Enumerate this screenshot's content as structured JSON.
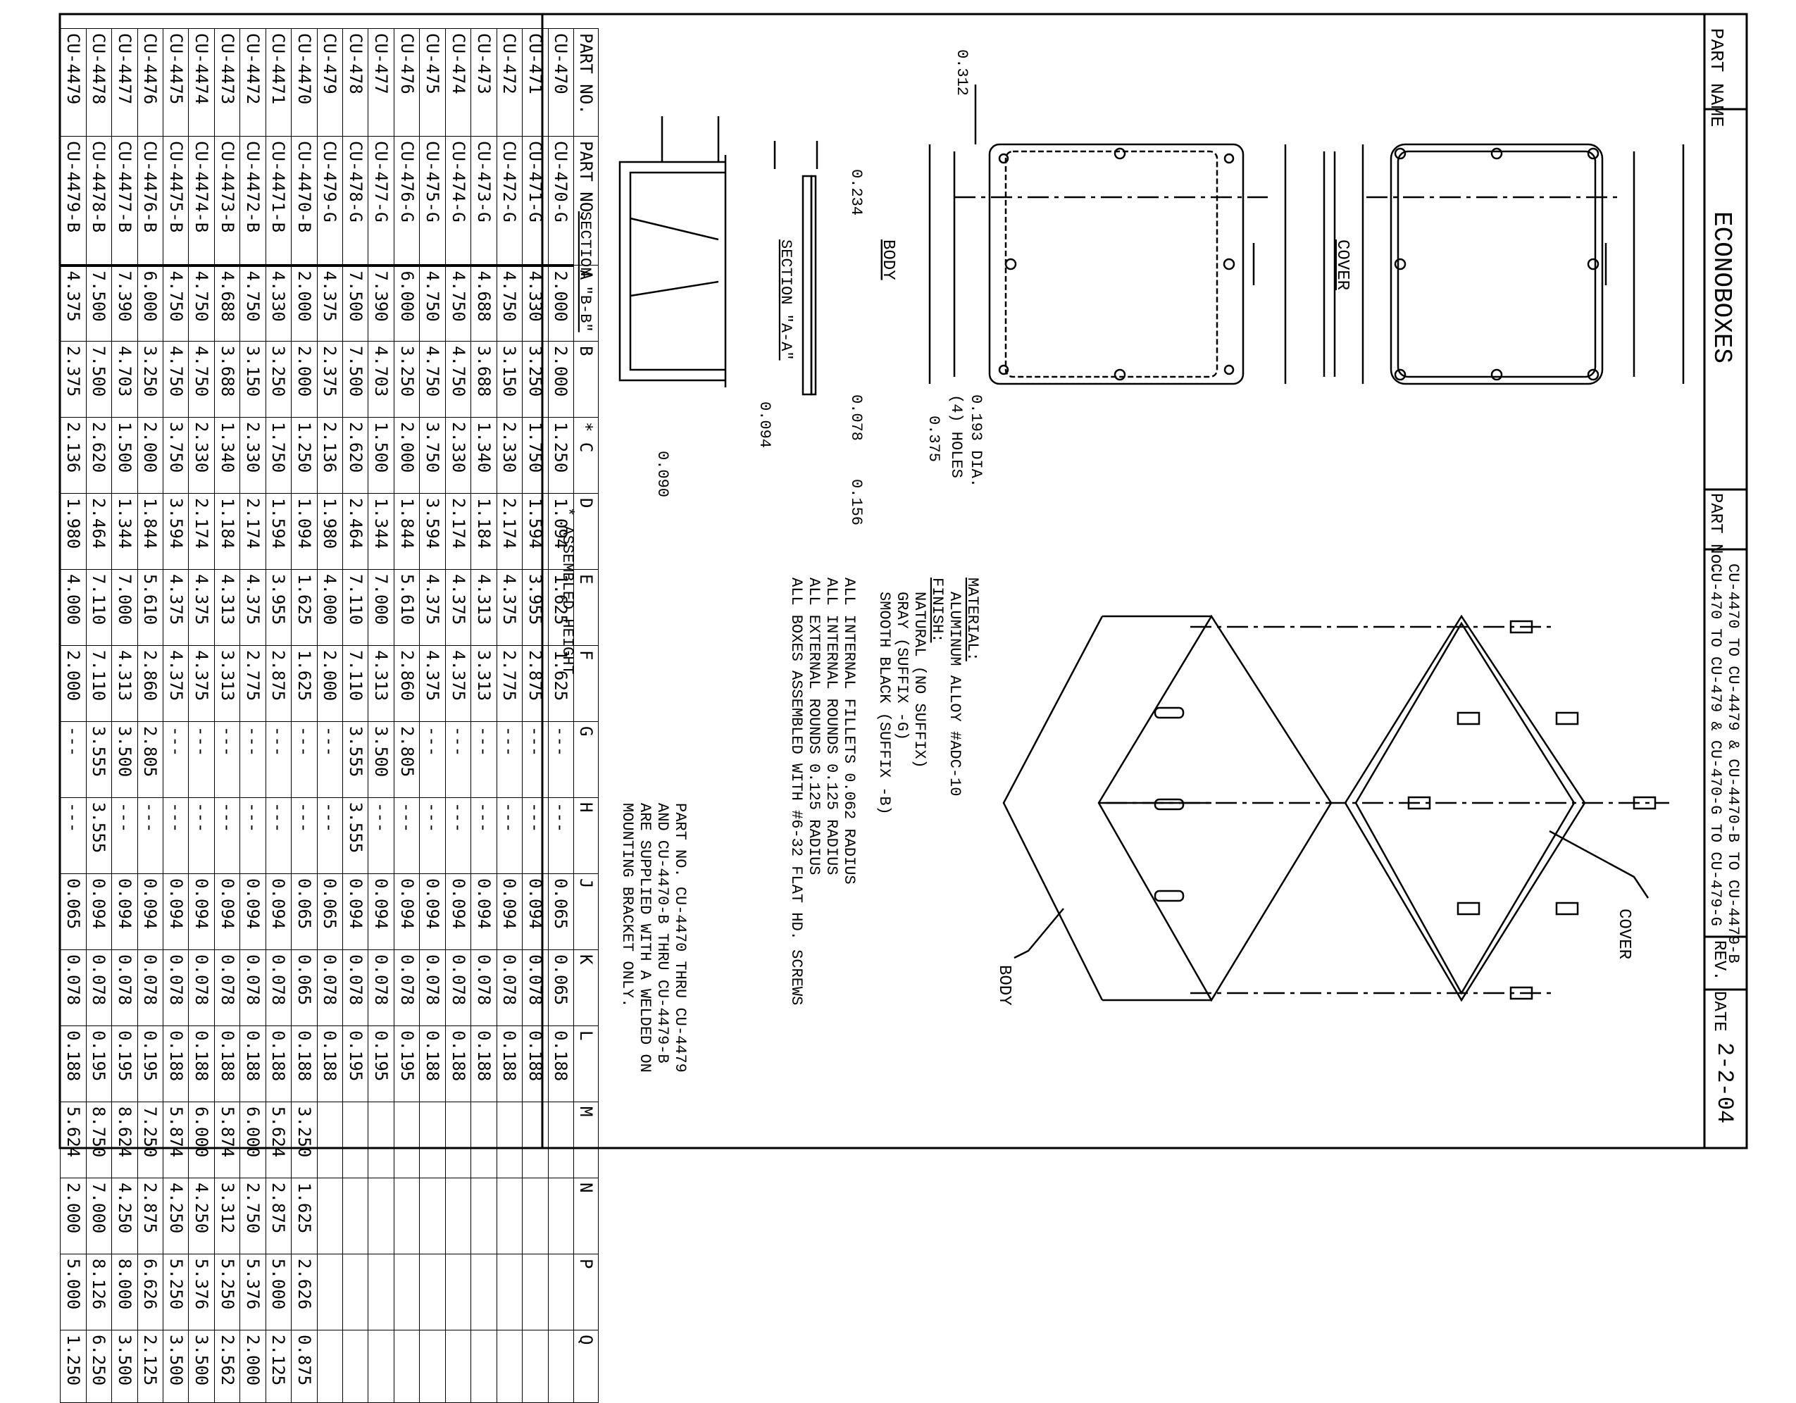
{
  "title_block": {
    "part_name_label": "PART NAME",
    "part_name": "ECONOBOXES",
    "part_no_label": "PART No.",
    "part_no_line1": "CU-470 TO CU-479 & CU-470-G TO CU-479-G",
    "part_no_line2": "CU-4470 TO CU-4479 & CU-4470-B TO CU-4479-B",
    "rev_label": "REV. DATE",
    "rev_date": "2-2-04"
  },
  "notes": {
    "material_heading": "MATERIAL:",
    "material": "ALUMINUM ALLOY #ADC-10",
    "finish_heading": "FINISH:",
    "finish_1": "NATURAL (NO SUFFIX)",
    "finish_2": "GRAY (SUFFIX -G)",
    "finish_3": "SMOOTH BLACK (SUFFIX -B)",
    "general_1": "ALL INTERNAL FILLETS 0.062 RADIUS",
    "general_2": "ALL INTERNAL ROUNDS 0.125 RADIUS",
    "general_3": "ALL EXTERNAL ROUNDS 0.125 RADIUS",
    "general_4": "ALL BOXES ASSEMBLED WITH #6-32 FLAT HD. SCREWS",
    "bracket_1": "PART NO. CU-4470 THRU CU-4479",
    "bracket_2": "AND CU-4470-B THRU CU-4479-B",
    "bracket_3": "ARE SUPPLIED WITH A WELDED ON",
    "bracket_4": "MOUNTING BRACKET ONLY.",
    "assembled": "* ASSEMBLED HEIGHT"
  },
  "drawing_labels": {
    "cover": "COVER",
    "body": "BODY",
    "section_aa": "SECTION \"A-A\"",
    "section_bb": "SECTION \"B-B\"",
    "holes_1": "0.193 DIA.",
    "holes_2": "(4) HOLES",
    "dim_0312": "0.312",
    "dim_0375": "0.375",
    "dim_0234": "0.234",
    "dim_0078": "0.078",
    "dim_0094": "0.094",
    "dim_0156": "0.156",
    "dim_0090": "0.090",
    "iso_cover": "COVER",
    "iso_body": "BODY"
  },
  "table": {
    "headers": [
      "PART NO.",
      "PART NO.",
      "A",
      "B",
      "* C",
      "D",
      "E",
      "F",
      "G",
      "H",
      "J",
      "K",
      "L",
      "M",
      "N",
      "P",
      "Q"
    ],
    "rows": [
      [
        "CU-470",
        "CU-470-G",
        "2.000",
        "2.000",
        "1.250",
        "1.094",
        "1.625",
        "1.625",
        "---",
        "---",
        "0.065",
        "0.065",
        "0.188",
        "",
        "",
        "",
        ""
      ],
      [
        "CU-471",
        "CU-471-G",
        "4.330",
        "3.250",
        "1.750",
        "1.594",
        "3.955",
        "2.875",
        "---",
        "---",
        "0.094",
        "0.078",
        "0.188",
        "",
        "",
        "",
        ""
      ],
      [
        "CU-472",
        "CU-472-G",
        "4.750",
        "3.150",
        "2.330",
        "2.174",
        "4.375",
        "2.775",
        "---",
        "---",
        "0.094",
        "0.078",
        "0.188",
        "",
        "",
        "",
        ""
      ],
      [
        "CU-473",
        "CU-473-G",
        "4.688",
        "3.688",
        "1.340",
        "1.184",
        "4.313",
        "3.313",
        "---",
        "---",
        "0.094",
        "0.078",
        "0.188",
        "",
        "",
        "",
        ""
      ],
      [
        "CU-474",
        "CU-474-G",
        "4.750",
        "4.750",
        "2.330",
        "2.174",
        "4.375",
        "4.375",
        "---",
        "---",
        "0.094",
        "0.078",
        "0.188",
        "",
        "",
        "",
        ""
      ],
      [
        "CU-475",
        "CU-475-G",
        "4.750",
        "4.750",
        "3.750",
        "3.594",
        "4.375",
        "4.375",
        "---",
        "---",
        "0.094",
        "0.078",
        "0.188",
        "",
        "",
        "",
        ""
      ],
      [
        "CU-476",
        "CU-476-G",
        "6.000",
        "3.250",
        "2.000",
        "1.844",
        "5.610",
        "2.860",
        "2.805",
        "---",
        "0.094",
        "0.078",
        "0.195",
        "",
        "",
        "",
        ""
      ],
      [
        "CU-477",
        "CU-477-G",
        "7.390",
        "4.703",
        "1.500",
        "1.344",
        "7.000",
        "4.313",
        "3.500",
        "---",
        "0.094",
        "0.078",
        "0.195",
        "",
        "",
        "",
        ""
      ],
      [
        "CU-478",
        "CU-478-G",
        "7.500",
        "7.500",
        "2.620",
        "2.464",
        "7.110",
        "7.110",
        "3.555",
        "3.555",
        "0.094",
        "0.078",
        "0.195",
        "",
        "",
        "",
        ""
      ],
      [
        "CU-479",
        "CU-479-G",
        "4.375",
        "2.375",
        "2.136",
        "1.980",
        "4.000",
        "2.000",
        "---",
        "---",
        "0.065",
        "0.078",
        "0.188",
        "",
        "",
        "",
        ""
      ],
      [
        "CU-4470",
        "CU-4470-B",
        "2.000",
        "2.000",
        "1.250",
        "1.094",
        "1.625",
        "1.625",
        "---",
        "---",
        "0.065",
        "0.065",
        "0.188",
        "3.250",
        "1.625",
        "2.626",
        "0.875"
      ],
      [
        "CU-4471",
        "CU-4471-B",
        "4.330",
        "3.250",
        "1.750",
        "1.594",
        "3.955",
        "2.875",
        "---",
        "---",
        "0.094",
        "0.078",
        "0.188",
        "5.624",
        "2.875",
        "5.000",
        "2.125"
      ],
      [
        "CU-4472",
        "CU-4472-B",
        "4.750",
        "3.150",
        "2.330",
        "2.174",
        "4.375",
        "2.775",
        "---",
        "---",
        "0.094",
        "0.078",
        "0.188",
        "6.000",
        "2.750",
        "5.376",
        "2.000"
      ],
      [
        "CU-4473",
        "CU-4473-B",
        "4.688",
        "3.688",
        "1.340",
        "1.184",
        "4.313",
        "3.313",
        "---",
        "---",
        "0.094",
        "0.078",
        "0.188",
        "5.874",
        "3.312",
        "5.250",
        "2.562"
      ],
      [
        "CU-4474",
        "CU-4474-B",
        "4.750",
        "4.750",
        "2.330",
        "2.174",
        "4.375",
        "4.375",
        "---",
        "---",
        "0.094",
        "0.078",
        "0.188",
        "6.000",
        "4.250",
        "5.376",
        "3.500"
      ],
      [
        "CU-4475",
        "CU-4475-B",
        "4.750",
        "4.750",
        "3.750",
        "3.594",
        "4.375",
        "4.375",
        "---",
        "---",
        "0.094",
        "0.078",
        "0.188",
        "5.874",
        "4.250",
        "5.250",
        "3.500"
      ],
      [
        "CU-4476",
        "CU-4476-B",
        "6.000",
        "3.250",
        "2.000",
        "1.844",
        "5.610",
        "2.860",
        "2.805",
        "---",
        "0.094",
        "0.078",
        "0.195",
        "7.250",
        "2.875",
        "6.626",
        "2.125"
      ],
      [
        "CU-4477",
        "CU-4477-B",
        "7.390",
        "4.703",
        "1.500",
        "1.344",
        "7.000",
        "4.313",
        "3.500",
        "---",
        "0.094",
        "0.078",
        "0.195",
        "8.624",
        "4.250",
        "8.000",
        "3.500"
      ],
      [
        "CU-4478",
        "CU-4478-B",
        "7.500",
        "7.500",
        "2.620",
        "2.464",
        "7.110",
        "7.110",
        "3.555",
        "3.555",
        "0.094",
        "0.078",
        "0.195",
        "8.750",
        "7.000",
        "8.126",
        "6.250"
      ],
      [
        "CU-4479",
        "CU-4479-B",
        "4.375",
        "2.375",
        "2.136",
        "1.980",
        "4.000",
        "2.000",
        "---",
        "---",
        "0.065",
        "0.078",
        "0.188",
        "5.624",
        "2.000",
        "5.000",
        "1.250"
      ]
    ]
  }
}
